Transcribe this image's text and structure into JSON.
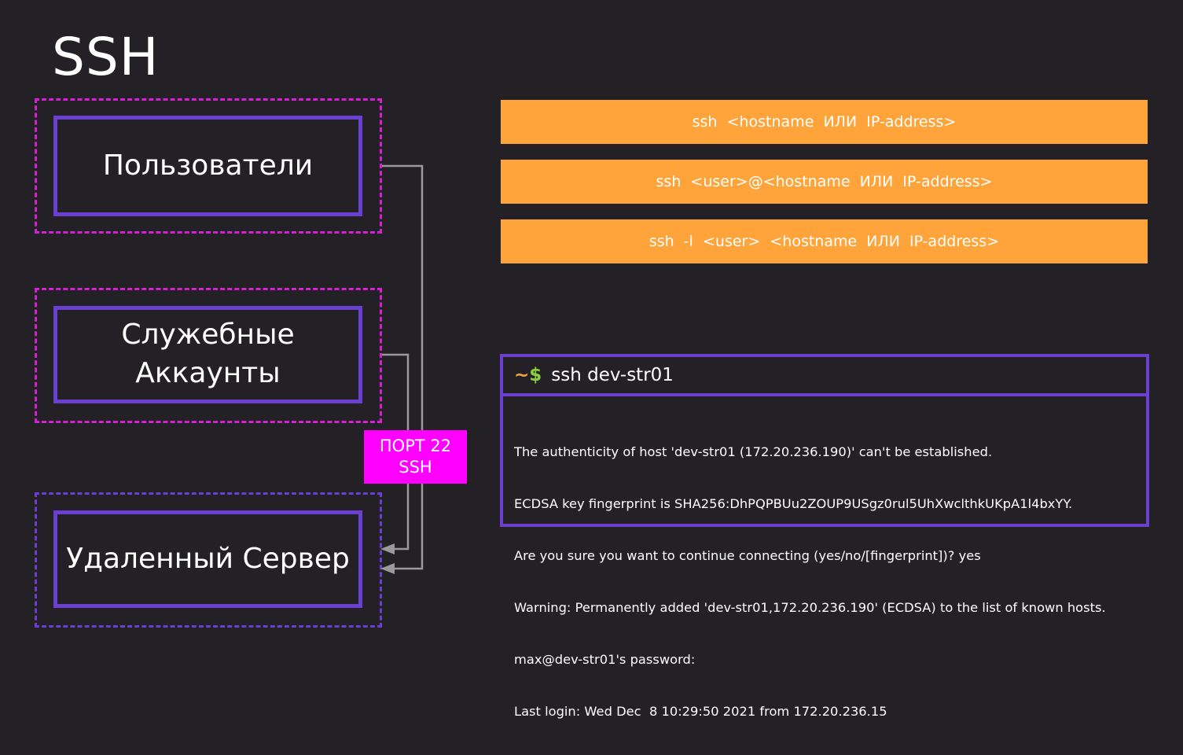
{
  "title": "SSH",
  "nodes": {
    "users": "Пользователи",
    "service_line1": "Служебные",
    "service_line2": "Аккаунты",
    "server": "Удаленный Сервер"
  },
  "port": {
    "line1": "ПОРТ 22",
    "line2": "SSH"
  },
  "commands": [
    "ssh  <hostname  ИЛИ  IP-address>",
    "ssh  <user>@<hostname  ИЛИ  IP-address>",
    "ssh  -l  <user>  <hostname  ИЛИ  IP-address>"
  ],
  "terminal": {
    "prompt_tilde": "~",
    "prompt_dollar": "$",
    "command": "ssh dev-str01",
    "lines": [
      "The authenticity of host 'dev-str01 (172.20.236.190)' can't be established.",
      "ECDSA key fingerprint is SHA256:DhPQPBUu2ZOUP9USgz0rul5UhXwclthkUKpA1l4bxYY.",
      "Are you sure you want to continue connecting (yes/no/[fingerprint])? yes",
      "Warning: Permanently added 'dev-str01,172.20.236.190' (ECDSA) to the list of known hosts.",
      "max@dev-str01's password:",
      "Last login: Wed Dec  8 10:29:50 2021 from 172.20.236.15"
    ]
  },
  "colors": {
    "background": "#232125",
    "pink_dashed": "#d61fd3",
    "purple": "#6b3fd0",
    "port_badge": "#ff00ff",
    "command_bar": "#ffa43a",
    "connector": "#9a9a9a"
  }
}
